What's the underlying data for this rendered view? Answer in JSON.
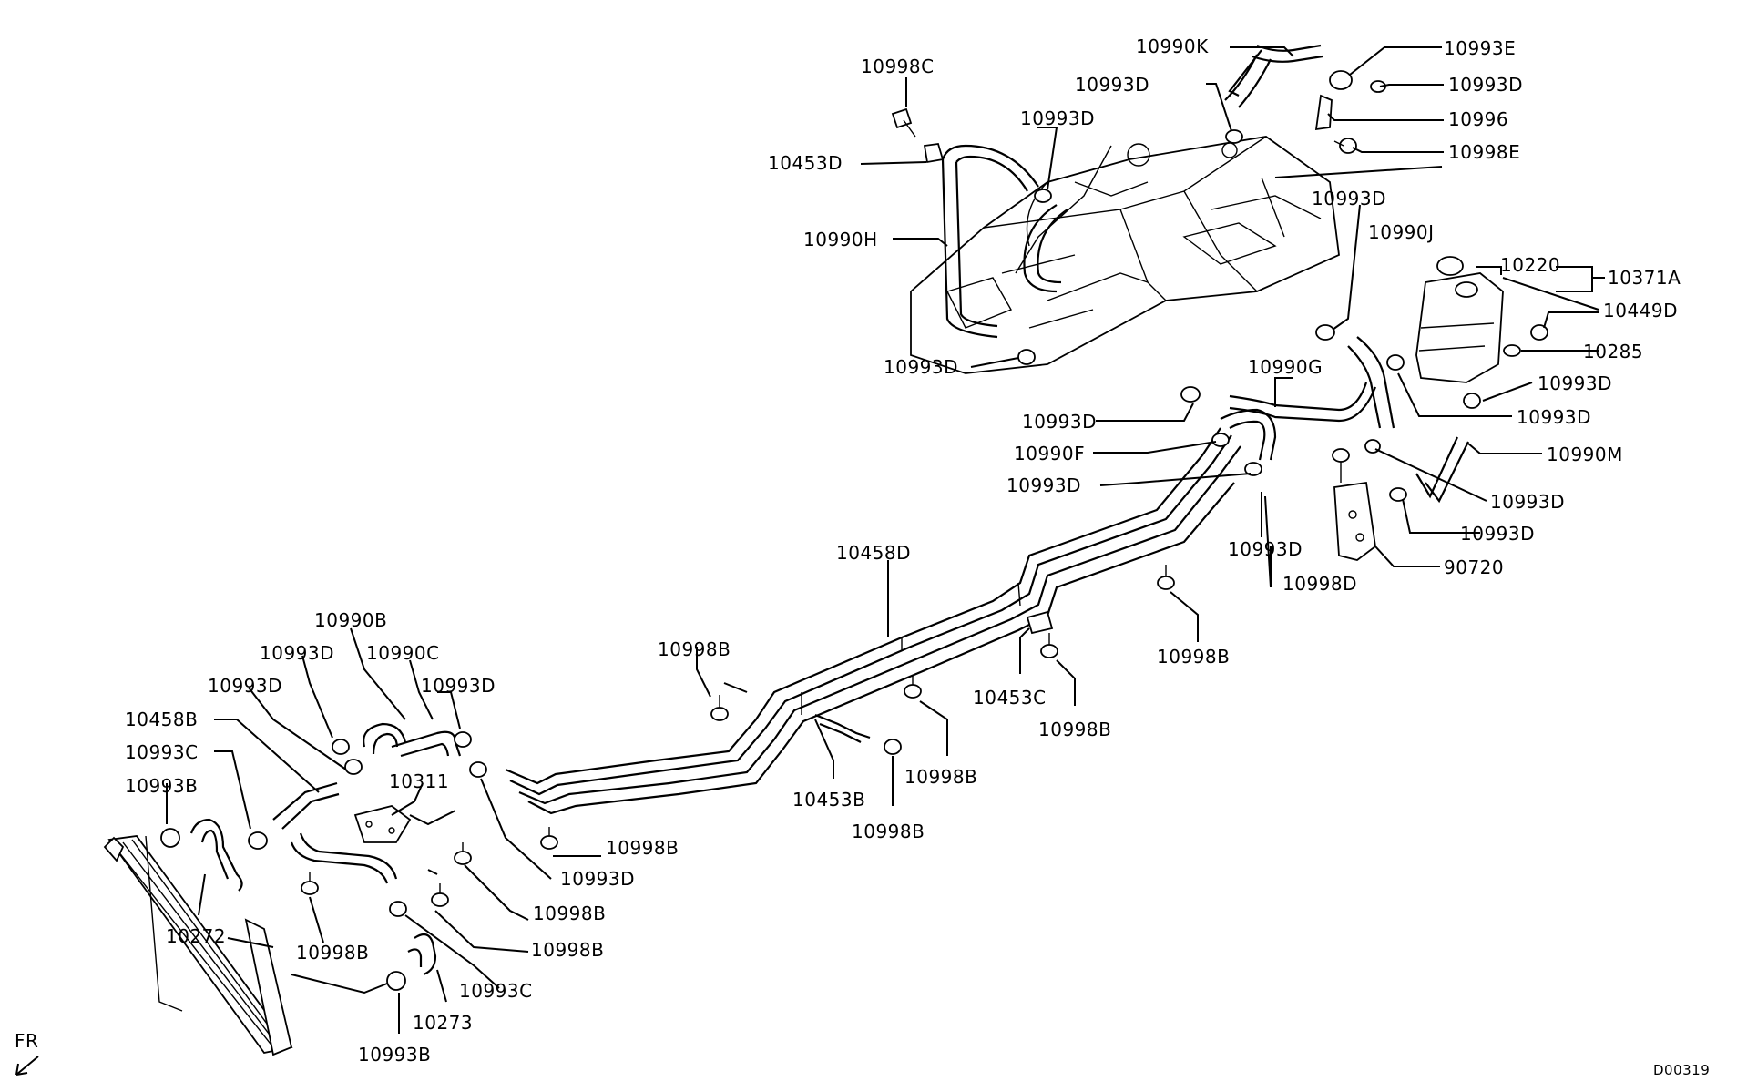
{
  "diagram": {
    "code": "D00319",
    "direction_label": "FR",
    "labels": {
      "l_10990K": "10990K",
      "l_10993E": "10993E",
      "l_10993D_a": "10993D",
      "l_10993D_b": "10993D",
      "l_10996": "10996",
      "l_10998C": "10998C",
      "l_10993D_c": "10993D",
      "l_10998E": "10998E",
      "l_10453D": "10453D",
      "l_10993D_d": "10993D",
      "l_10990H": "10990H",
      "l_10990J": "10990J",
      "l_10220": "10220",
      "l_10371A": "10371A",
      "l_10449D": "10449D",
      "l_10285": "10285",
      "l_10993D_e": "10993D",
      "l_10990G": "10990G",
      "l_10993D_f": "10993D",
      "l_10993D_g": "10993D",
      "l_10993D_h": "10993D",
      "l_10990F": "10990F",
      "l_10990M": "10990M",
      "l_10993D_i": "10993D",
      "l_10993D_j": "10993D",
      "l_10993D_k": "10993D",
      "l_10993D_l": "10993D",
      "l_90720": "90720",
      "l_10998D": "10998D",
      "l_10458D": "10458D",
      "l_10998B_a": "10998B",
      "l_10990B": "10990B",
      "l_10993D_m": "10993D",
      "l_10990C": "10990C",
      "l_10998B_b": "10998B",
      "l_10453C": "10453C",
      "l_10998B_c": "10998B",
      "l_10993D_n": "10993D",
      "l_10993D_o": "10993D",
      "l_10458B": "10458B",
      "l_10993C_a": "10993C",
      "l_10311": "10311",
      "l_10998B_d": "10998B",
      "l_10453B": "10453B",
      "l_10993B_a": "10993B",
      "l_10998B_e": "10998B",
      "l_10998B_f": "10998B",
      "l_10993D_p": "10993D",
      "l_10272": "10272",
      "l_10998B_g": "10998B",
      "l_10998B_h": "10998B",
      "l_10998B_i": "10998B",
      "l_10993C_b": "10993C",
      "l_10273": "10273",
      "l_10993B_b": "10993B"
    }
  }
}
